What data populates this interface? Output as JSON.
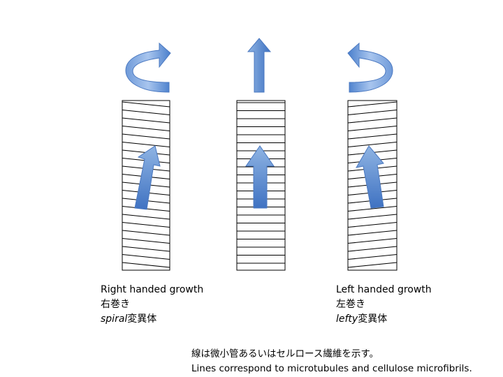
{
  "captions": {
    "right_handed": {
      "title": "Right handed growth",
      "jp": "右巻き",
      "mutant_italic": "spiral",
      "mutant_suffix": "変異体"
    },
    "left_handed": {
      "title": "Left handed growth",
      "jp": "左巻き",
      "mutant_italic": "lefty",
      "mutant_suffix": "変異体"
    }
  },
  "note": {
    "jp": "線は微小管あるいはセルロース繊維を示す。",
    "en": "Lines correspond to microtubules and cellulose microfibrils."
  },
  "colors": {
    "arrow_light": "#8fb4e3",
    "arrow_mid": "#5b8fd6",
    "arrow_dark": "#3f72c2",
    "lines": "#000000"
  },
  "icons": [
    "clockwise-curved-arrow-icon",
    "up-arrow-icon",
    "counterclockwise-curved-arrow-icon"
  ]
}
